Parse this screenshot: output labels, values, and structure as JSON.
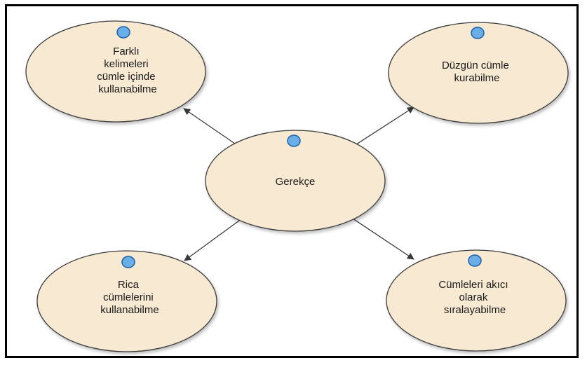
{
  "colors": {
    "node_fill": "#f7e9d2",
    "node_stroke": "#3c3c3c",
    "edge": "#3a3a3a",
    "dot_fill": "#6aaee8",
    "dot_stroke": "#1d5fa8"
  },
  "diagram": {
    "center": {
      "lines": [
        "Gerekçe"
      ]
    },
    "nodes": [
      {
        "id": "top-left",
        "lines": [
          "Farklı",
          "kelimeleri",
          "cümle içinde",
          "kullanabilme"
        ]
      },
      {
        "id": "top-right",
        "lines": [
          "Düzgün cümle",
          "kurabilme"
        ]
      },
      {
        "id": "bottom-left",
        "lines": [
          "Rica",
          "cümlelerini",
          "kullanabilme"
        ]
      },
      {
        "id": "bottom-right",
        "lines": [
          "Cümleleri akıcı",
          "olarak",
          "sıralayabilme"
        ]
      }
    ]
  }
}
